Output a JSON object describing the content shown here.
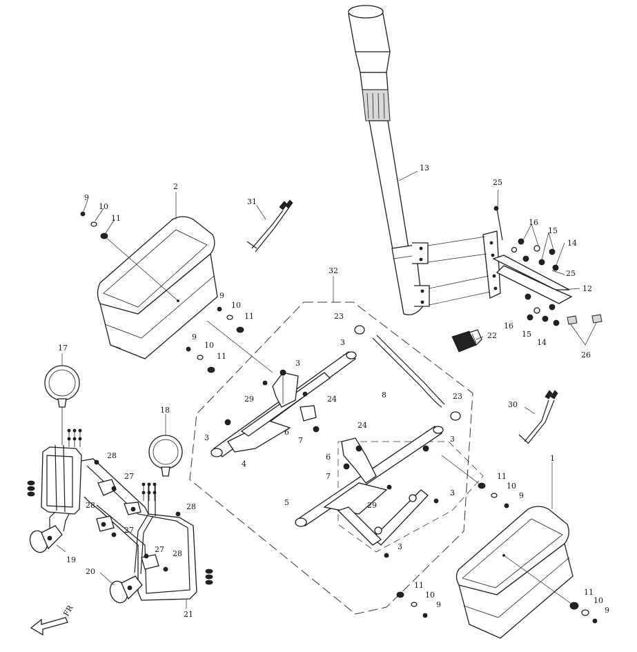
{
  "diagram": {
    "orientation_label": "FR",
    "part_numbers": {
      "p1": "1",
      "p2": "2",
      "p3": "3",
      "p4": "4",
      "p5": "5",
      "p6": "6",
      "p7": "7",
      "p8": "8",
      "p9": "9",
      "p10": "10",
      "p11": "11",
      "p12": "12",
      "p13": "13",
      "p14": "14",
      "p15": "15",
      "p16": "16",
      "p17": "17",
      "p18": "18",
      "p19": "19",
      "p20": "20",
      "p21": "21",
      "p22": "22",
      "p23": "23",
      "p24": "24",
      "p25": "25",
      "p26": "26",
      "p27": "27",
      "p28": "28",
      "p29": "29",
      "p30": "30",
      "p31": "31",
      "p32": "32"
    }
  }
}
